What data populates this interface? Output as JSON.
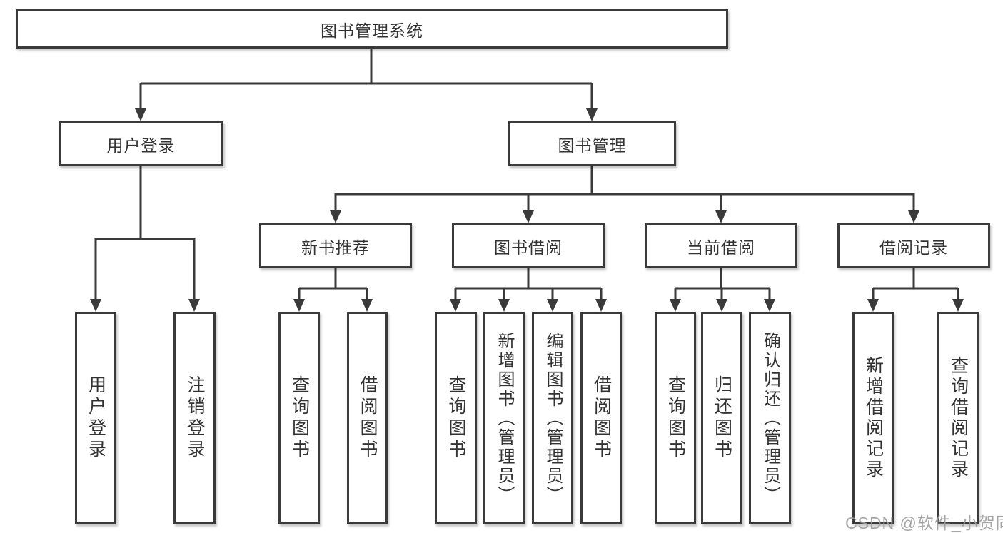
{
  "diagram_type": "functional-structure-tree",
  "tree": {
    "label": "图书管理系统",
    "children": [
      {
        "label": "用户登录",
        "children": [
          {
            "label": "用户登录"
          },
          {
            "label": "注销登录"
          }
        ]
      },
      {
        "label": "图书管理",
        "children": [
          {
            "label": "新书推荐",
            "children": [
              {
                "label": "查询图书"
              },
              {
                "label": "借阅图书"
              }
            ]
          },
          {
            "label": "图书借阅",
            "children": [
              {
                "label": "查询图书"
              },
              {
                "label": "新增图书（管理员）"
              },
              {
                "label": "编辑图书（管理员）"
              },
              {
                "label": "借阅图书"
              }
            ]
          },
          {
            "label": "当前借阅",
            "children": [
              {
                "label": "查询图书"
              },
              {
                "label": "归还图书"
              },
              {
                "label": "确认归还（管理员）"
              }
            ]
          },
          {
            "label": "借阅记录",
            "children": [
              {
                "label": "新增借阅记录"
              },
              {
                "label": "查询借阅记录"
              }
            ]
          }
        ]
      }
    ]
  },
  "watermark": {
    "text": "CSDN @软件_小贺同学"
  },
  "colors": {
    "line": "#3a3a3a",
    "box_border": "#3a3a3a",
    "box_fill": "#ffffff",
    "text": "#333333",
    "background": "#ffffff",
    "watermark": "#9b9b9b"
  }
}
